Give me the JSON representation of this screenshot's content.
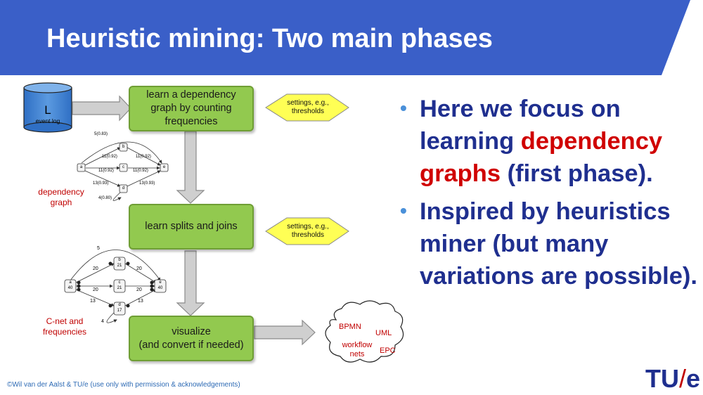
{
  "title": "Heuristic mining: Two main phases",
  "colors": {
    "header": "#3a5fc8",
    "box_fill": "#92c94f",
    "diamond_fill": "#ffff55",
    "bullet_text": "#1f2f8f",
    "highlight": "#d00000"
  },
  "diagram": {
    "log_label": "L",
    "log_caption": "event log",
    "phase1": "learn a dependency\ngraph by counting\nfrequencies",
    "phase2": "learn splits and joins",
    "phase3": "visualize\n(and convert if needed)",
    "settings1": "settings, e.g.,\nthresholds",
    "settings2": "settings, e.g.,\nthresholds",
    "dep_label": "dependency\ngraph",
    "cnet_label": "C-net and\nfrequencies",
    "outputs": [
      "BPMN",
      "UML",
      "workflow\nnets",
      "EPC"
    ],
    "dep_graph": {
      "nodes": [
        "a",
        "b",
        "c",
        "d",
        "e"
      ],
      "edge_labels": [
        "5(0.83)",
        "11(0.92)",
        "11(0.92)",
        "11(0.92)",
        "11(0.92)",
        "13(0.93)",
        "13(0.93)",
        "4(0.80)"
      ]
    },
    "cnet": {
      "nodes": [
        {
          "name": "a",
          "freq": "40"
        },
        {
          "name": "b",
          "freq": "21"
        },
        {
          "name": "c",
          "freq": "21"
        },
        {
          "name": "d",
          "freq": "17"
        },
        {
          "name": "e",
          "freq": "40"
        }
      ],
      "edge_labels": [
        "5",
        "20",
        "20",
        "20",
        "20",
        "13",
        "13",
        "4"
      ]
    }
  },
  "bullets": {
    "b1_pre": "Here we focus on learning ",
    "b1_highlight": "dependency graphs",
    "b1_post": " (first phase).",
    "b2": "Inspired by heuristics miner (but many variations are possible)."
  },
  "footer": "©Wil van der Aalst & TU/e (use only with permission & acknowledgements)",
  "logo": {
    "left": "TU",
    "slash": "/",
    "right": "e"
  }
}
